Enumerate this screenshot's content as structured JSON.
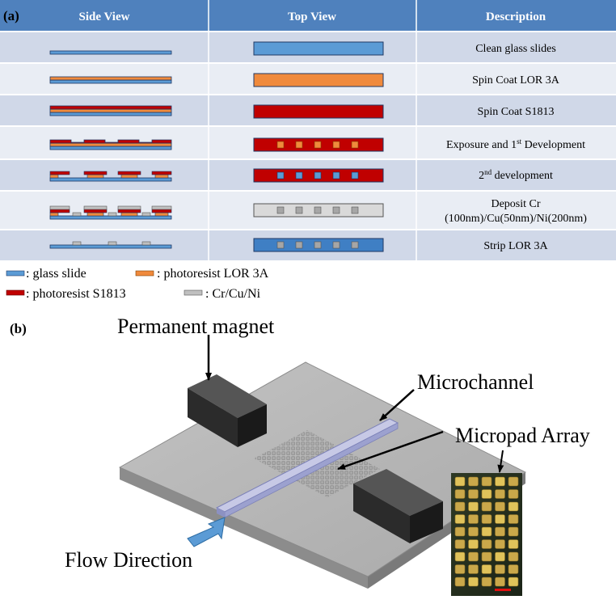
{
  "panel_a": {
    "label": "(a)",
    "headers": [
      "Side View",
      "Top View",
      "Description"
    ],
    "rows": [
      {
        "lines": [
          "Clean glass slides"
        ]
      },
      {
        "lines": [
          "Spin Coat LOR 3A"
        ]
      },
      {
        "lines": [
          "Spin Coat S1813"
        ]
      },
      {
        "lines": [
          "Exposure and 1",
          "st",
          " Development"
        ]
      },
      {
        "lines": [
          "2",
          "nd",
          " development"
        ]
      },
      {
        "lines": [
          "Deposit Cr",
          "(100nm)/Cu(50nm)/Ni(200nm)"
        ]
      },
      {
        "lines": [
          "Strip LOR 3A"
        ]
      }
    ],
    "legend": {
      "glass": ": glass slide",
      "lor": ": photoresist LOR 3A",
      "s1813": ": photoresist S1813",
      "metal": ": Cr/Cu/Ni"
    }
  },
  "panel_b": {
    "label": "(b)",
    "magnet_label": "Permanent magnet",
    "channel_label": "Microchannel",
    "array_label": "Micropad Array",
    "flow_label": "Flow Direction"
  },
  "colors": {
    "header_bg": "#4f81bd",
    "row_odd": "#d0d8e8",
    "row_even": "#e9edf4",
    "glass": "#5b9bd5",
    "lor": "#f08a3c",
    "s1813": "#c00000",
    "metal": "#c0c0c0"
  }
}
